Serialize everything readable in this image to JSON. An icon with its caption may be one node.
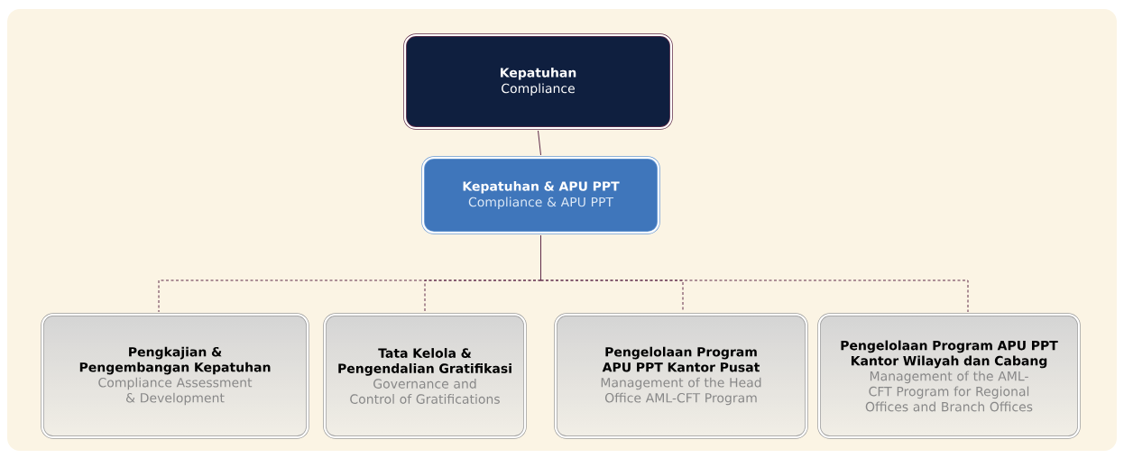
{
  "diagram": {
    "nodes": [
      {
        "text": [
          "Kepatuhan",
          "Compliance"
        ]
      },
      {
        "text": [
          "Kepatuhan & APU PPT",
          "Compliance & APU PPT"
        ]
      },
      {
        "text": [
          "Pengkajian & Pengembangan Kepatuhan",
          "Compliance Assessment & Development"
        ]
      },
      {
        "text": [
          "Tata Kelola & Pengendalian Gratifikasi",
          "Governance and Control of Gratifications"
        ]
      },
      {
        "text": [
          "Pengelolaan Program APU PPT Kantor Pusat",
          "Management of the Head Office AML-CFT Program"
        ]
      },
      {
        "text": [
          "Pengelolaan Program APU PPT Kantor Wilayah dan Cabang",
          "Management of the AML-CFT Program for Regional Offices and Branch Offices"
        ]
      }
    ],
    "edges": [
      {
        "from": 0,
        "to": 1,
        "arrow": "none"
      },
      {
        "from": 1,
        "to": 2,
        "arrow": "none",
        "style": "dashed"
      },
      {
        "from": 1,
        "to": 3,
        "arrow": "none",
        "style": "dashed"
      },
      {
        "from": 1,
        "to": 4,
        "arrow": "none",
        "style": "dashed"
      },
      {
        "from": 1,
        "to": 5,
        "arrow": "none",
        "style": "dashed"
      }
    ]
  }
}
